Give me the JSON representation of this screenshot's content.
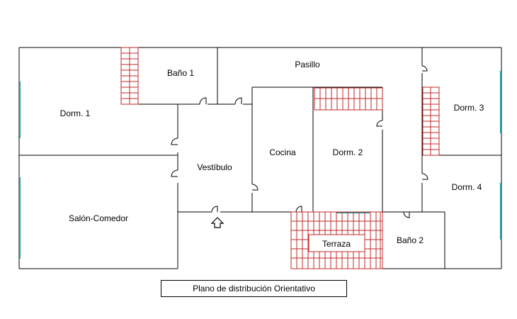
{
  "rooms": {
    "bano1": "Baño 1",
    "pasillo": "Pasillo",
    "dorm1": "Dorm. 1",
    "dorm3": "Dorm. 3",
    "cocina": "Cocina",
    "dorm2": "Dorm. 2",
    "vestibulo": "Vestíbulo",
    "dorm4": "Dorm. 4",
    "salon": "Salón-Comedor",
    "terraza": "Terraza",
    "bano2": "Baño 2"
  },
  "caption": "Plano de  distribución Orientativo",
  "colors": {
    "wall": "#000000",
    "stair": "#c0282a",
    "window": "#1f9a9a"
  },
  "icons": {
    "entrance": "up-arrow-icon"
  }
}
